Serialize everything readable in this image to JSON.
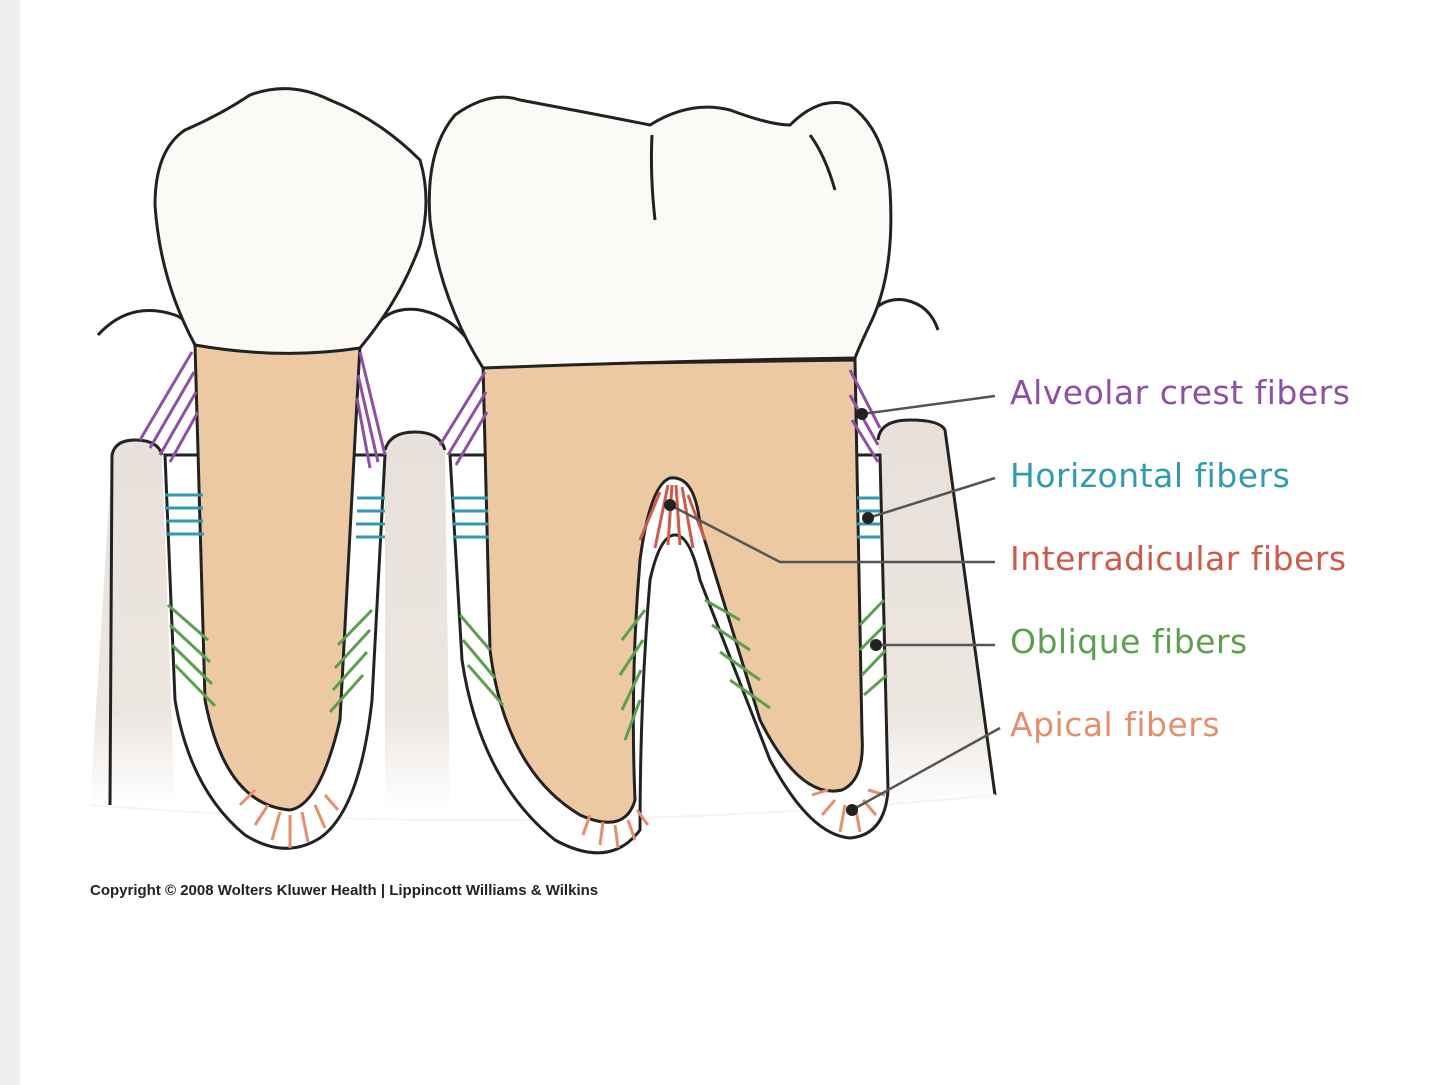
{
  "labels": [
    {
      "key": "alveolar_crest",
      "text": "Alveolar crest fibers",
      "color": "#8e4fa6"
    },
    {
      "key": "horizontal",
      "text": "Horizontal fibers",
      "color": "#2f9bb0"
    },
    {
      "key": "interradicular",
      "text": "Interradicular fibers",
      "color": "#cf5a4c"
    },
    {
      "key": "oblique",
      "text": "Oblique fibers",
      "color": "#5ba04c"
    },
    {
      "key": "apical",
      "text": "Apical fibers",
      "color": "#e58f6e"
    }
  ],
  "copyright": "Copyright © 2008 Wolters Kluwer Health | Lippincott Williams & Wilkins",
  "colors": {
    "crown": "#fbfaf6",
    "root": "#ecc9a3",
    "bone": "#e8e0da",
    "outline": "#222222",
    "leader": "#555555"
  }
}
